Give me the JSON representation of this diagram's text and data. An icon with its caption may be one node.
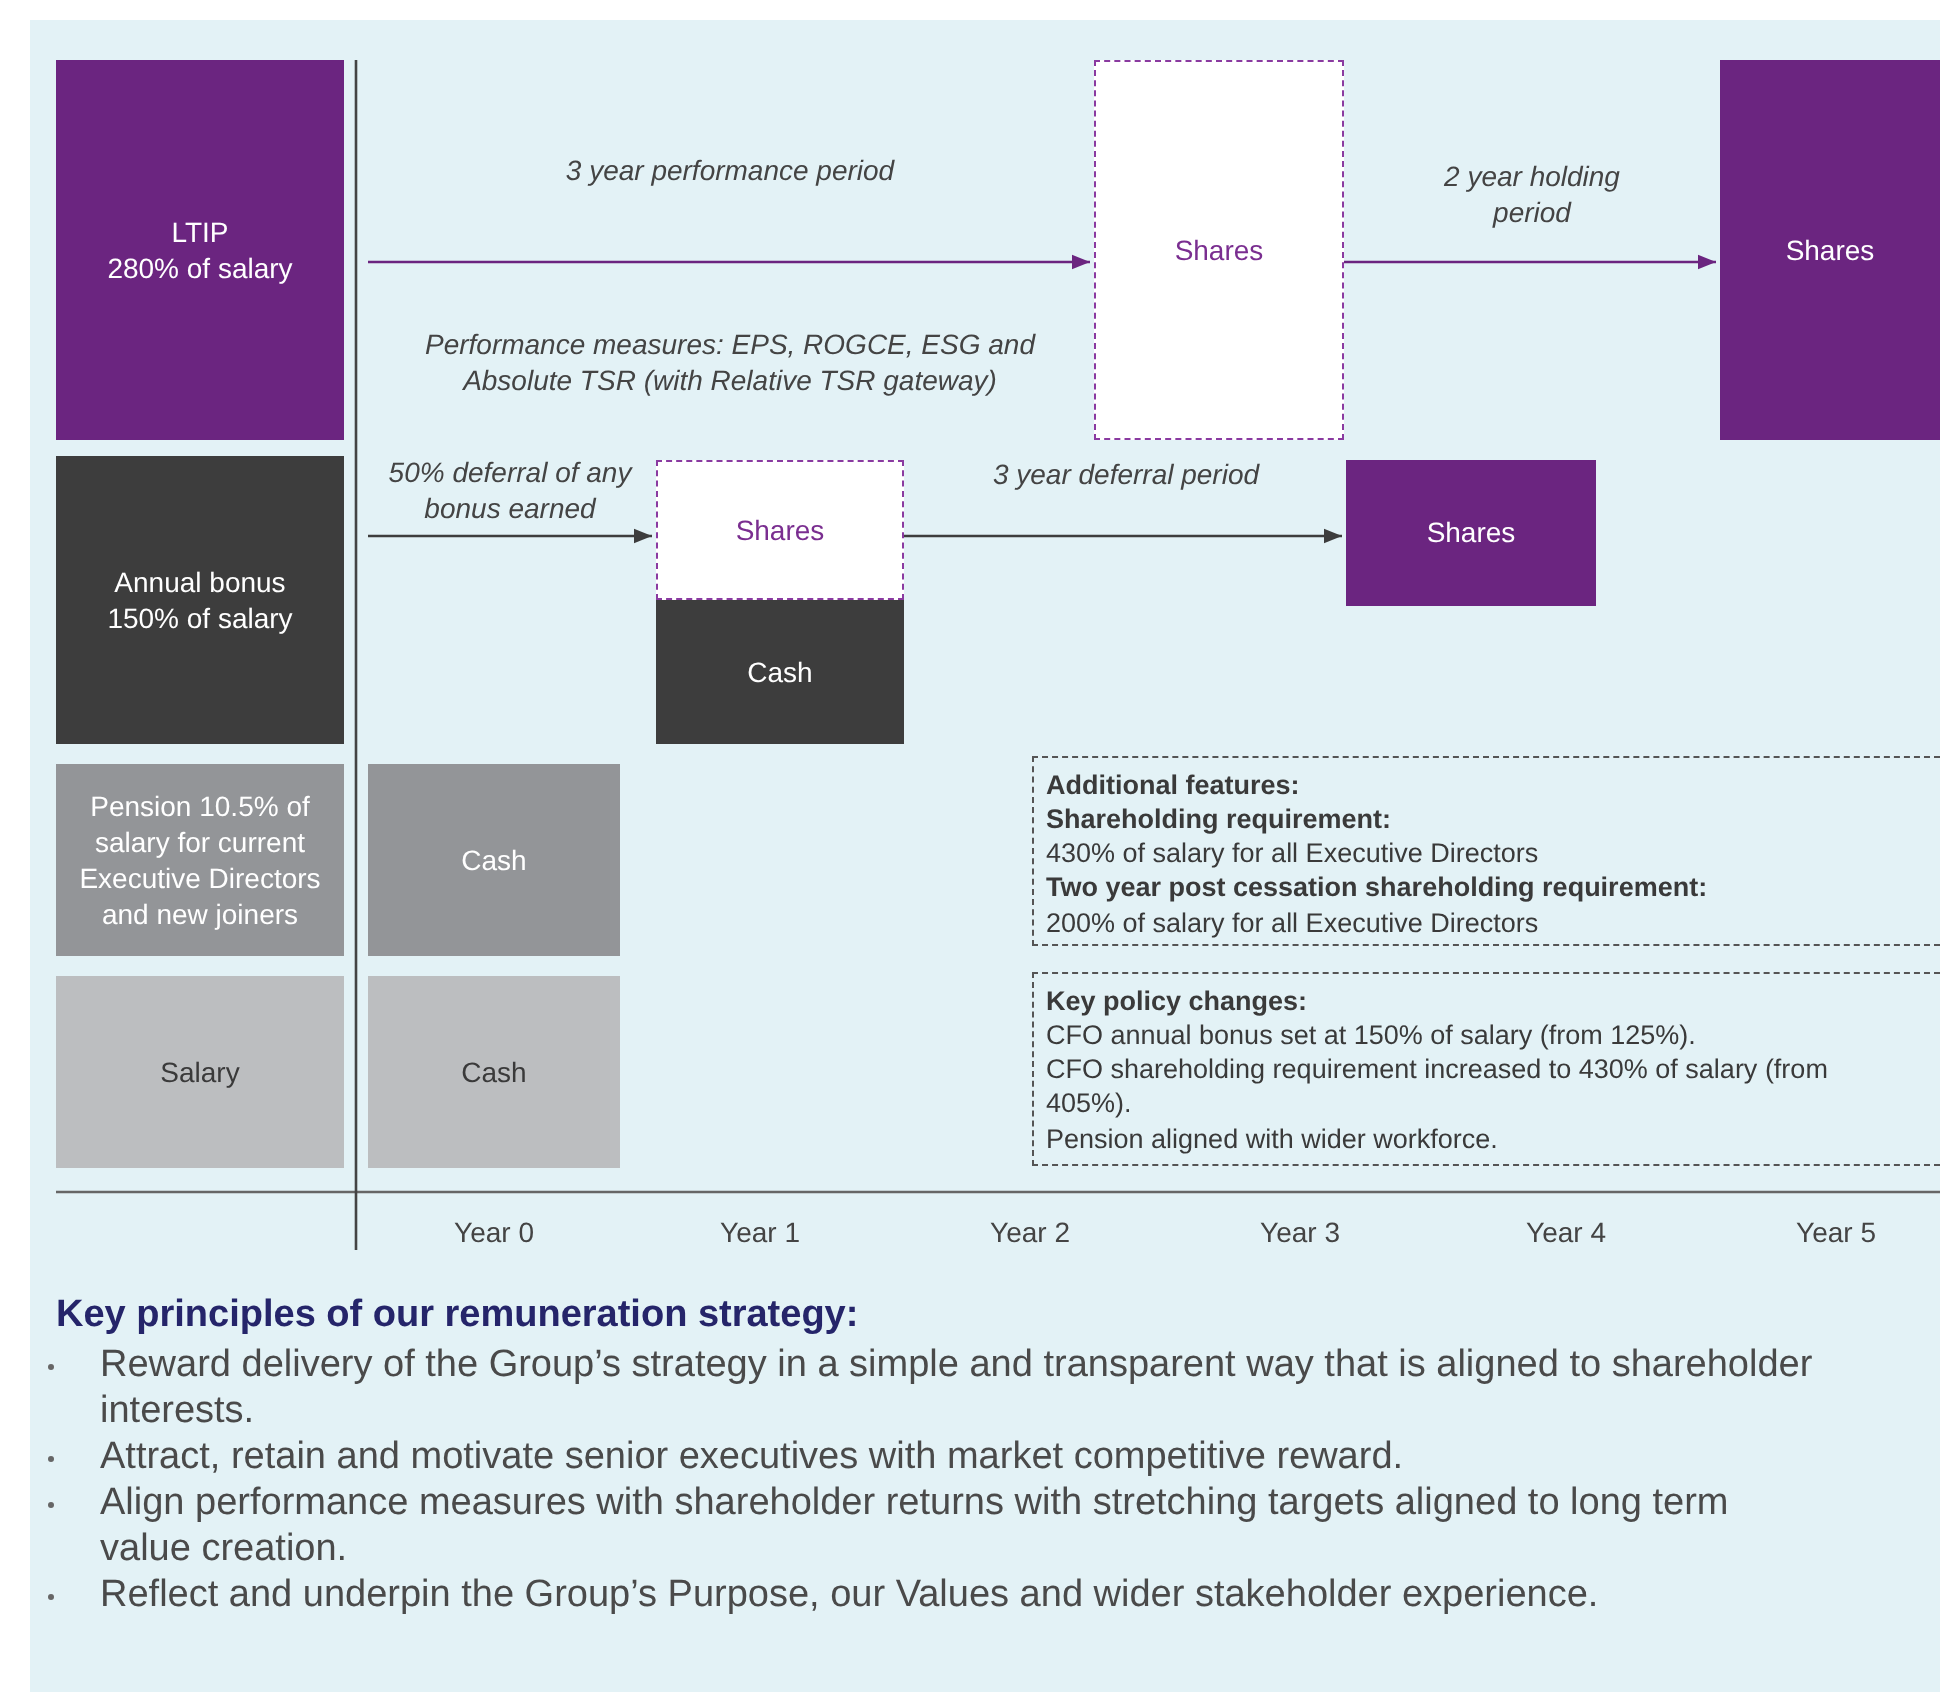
{
  "diagram": {
    "nodes": [
      {
        "text": [
          "LTIP",
          "280% of salary"
        ]
      },
      {
        "text": [
          "Shares"
        ]
      },
      {
        "text": [
          "Shares"
        ]
      },
      {
        "text": [
          "Annual bonus",
          "150% of salary"
        ]
      },
      {
        "text": [
          "Shares"
        ]
      },
      {
        "text": [
          "Cash"
        ]
      },
      {
        "text": [
          "Shares"
        ]
      },
      {
        "text": [
          "Pension 10.5% of salary for current Executive Directors and new joiners"
        ]
      },
      {
        "text": [
          "Cash"
        ]
      },
      {
        "text": [
          "Salary"
        ]
      },
      {
        "text": [
          "Cash"
        ]
      },
      {
        "text": [
          "Additional features:",
          "Shareholding requirement:",
          "430% of salary for all Executive Directors",
          "Two year post cessation shareholding requirement:",
          "200% of salary for all Executive Directors"
        ]
      },
      {
        "text": [
          "Key policy changes:",
          "CFO annual bonus set at 150% of salary (from 125%).",
          "CFO shareholding requirement increased to 430% of salary (from 405%).",
          "Pension aligned with wider workforce."
        ]
      }
    ],
    "edges": [
      {
        "from": 0,
        "to": 1,
        "arrow": "to",
        "label": "3 year performance period",
        "color": "#6b2580"
      },
      {
        "from": 1,
        "to": 2,
        "arrow": "to",
        "label": "2 year holding period",
        "color": "#6b2580"
      },
      {
        "from": 3,
        "to": 4,
        "arrow": "to",
        "label": "50% deferral of any bonus earned",
        "color": "#3d3d3d"
      },
      {
        "from": 4,
        "to": 6,
        "arrow": "to",
        "label": "3 year deferral period",
        "color": "#3d3d3d"
      }
    ],
    "labels": [
      "Performance measures: EPS, ROGCE, ESG and Absolute TSR (with Relative TSR gateway)",
      "Year 0",
      "Year 1",
      "Year 2",
      "Year 3",
      "Year 4",
      "Year 5",
      "Key principles of our remuneration strategy:",
      "Reward delivery of the Group’s strategy in a simple and transparent way that is aligned to shareholder interests.",
      "Attract, retain and motivate senior executives with market competitive reward.",
      "Align performance measures with shareholder returns with stretching targets aligned to long term value creation.",
      "Reflect and underpin the Group’s Purpose, our Values and wider stakeholder experience."
    ]
  }
}
